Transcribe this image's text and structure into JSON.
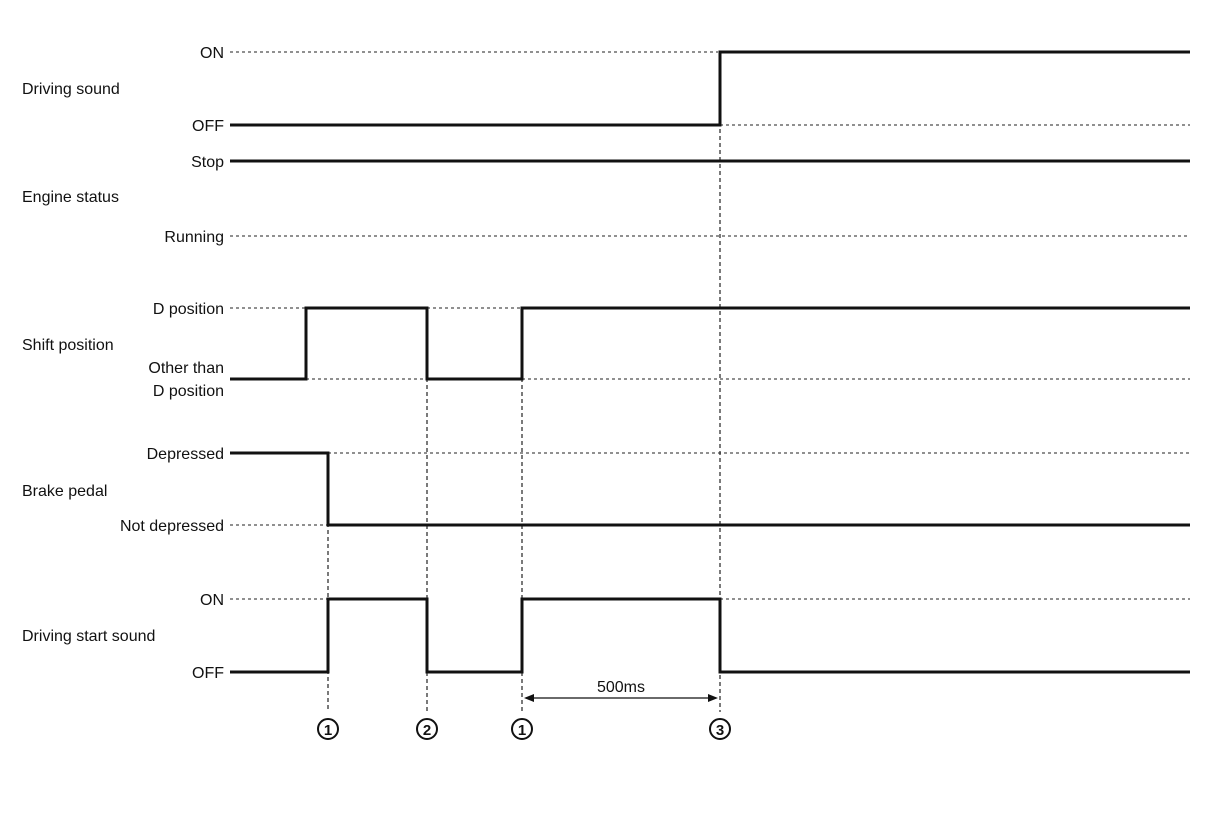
{
  "signals": [
    {
      "name": "Driving sound",
      "high": "ON",
      "low": "OFF",
      "low_extra": ""
    },
    {
      "name": "Engine status",
      "high": "Stop",
      "low": "Running",
      "low_extra": ""
    },
    {
      "name": "Shift position",
      "high": "D position",
      "low": "Other than",
      "low_extra": "D position"
    },
    {
      "name": "Brake pedal",
      "high": "Depressed",
      "low": "Not depressed",
      "low_extra": ""
    },
    {
      "name": "Driving start sound",
      "high": "ON",
      "low": "OFF",
      "low_extra": ""
    }
  ],
  "markers": [
    "①",
    "②",
    "①",
    "③"
  ],
  "interval_label": "500ms"
}
